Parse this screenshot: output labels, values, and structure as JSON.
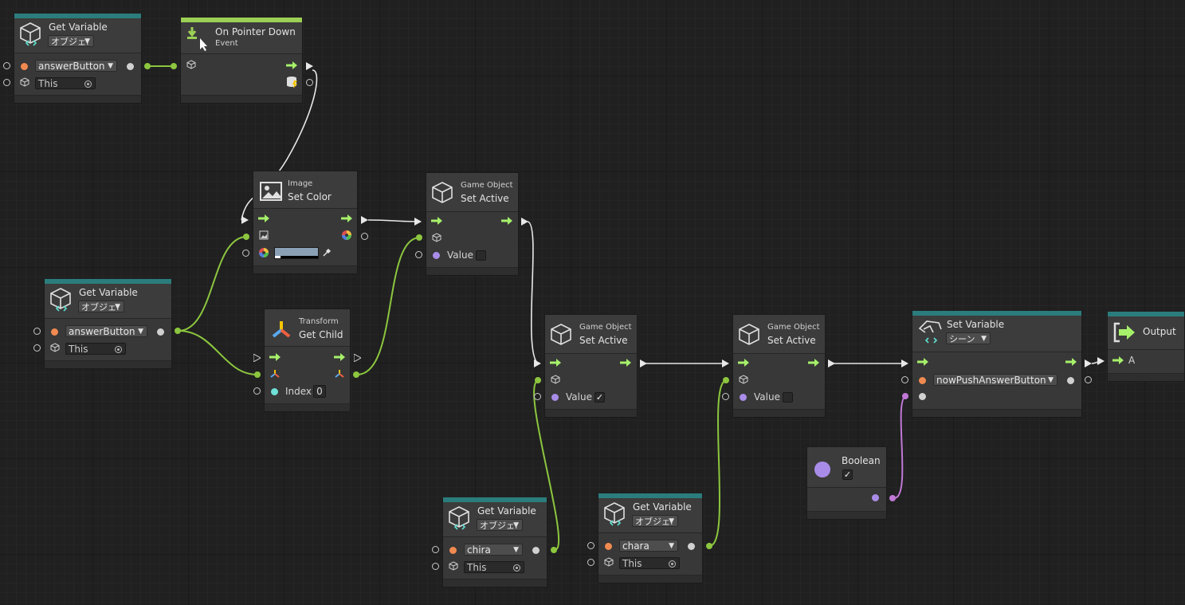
{
  "nodes": {
    "getvar1": {
      "title": "Get Variable",
      "scope": "オブジェ:",
      "var": "answerButton",
      "target": "This"
    },
    "onpointer": {
      "title": "On Pointer Down",
      "subtitle": "Event"
    },
    "setcolor": {
      "category": "Image",
      "title": "Set Color"
    },
    "setactive1": {
      "category": "Game Object",
      "title": "Set Active",
      "value_label": "Value",
      "value_checked": false
    },
    "getvar2": {
      "title": "Get Variable",
      "scope": "オブジェ:",
      "var": "answerButton",
      "target": "This"
    },
    "getchild": {
      "category": "Transform",
      "title": "Get Child",
      "index_label": "Index",
      "index_value": "0"
    },
    "setactive2": {
      "category": "Game Object",
      "title": "Set Active",
      "value_label": "Value",
      "value_checked": "✓"
    },
    "setactive3": {
      "category": "Game Object",
      "title": "Set Active",
      "value_label": "Value",
      "value_checked": false
    },
    "setvar": {
      "title": "Set Variable",
      "scope": "シーン",
      "var": "nowPushAnswerButton"
    },
    "output": {
      "title": "Output",
      "port": "A"
    },
    "boolean": {
      "title": "Boolean",
      "checked": "✓"
    },
    "getvar3": {
      "title": "Get Variable",
      "scope": "オブジェ:",
      "var": "chira",
      "target": "This"
    },
    "getvar4": {
      "title": "Get Variable",
      "scope": "オブジェ:",
      "var": "chara",
      "target": "This"
    }
  },
  "colors": {
    "control_flow": "#e8e8e8",
    "object_port": "#8cc63f",
    "bool_port": "#c178d6",
    "header_teal": "#2b7d7d",
    "header_green": "#9ccf55"
  }
}
